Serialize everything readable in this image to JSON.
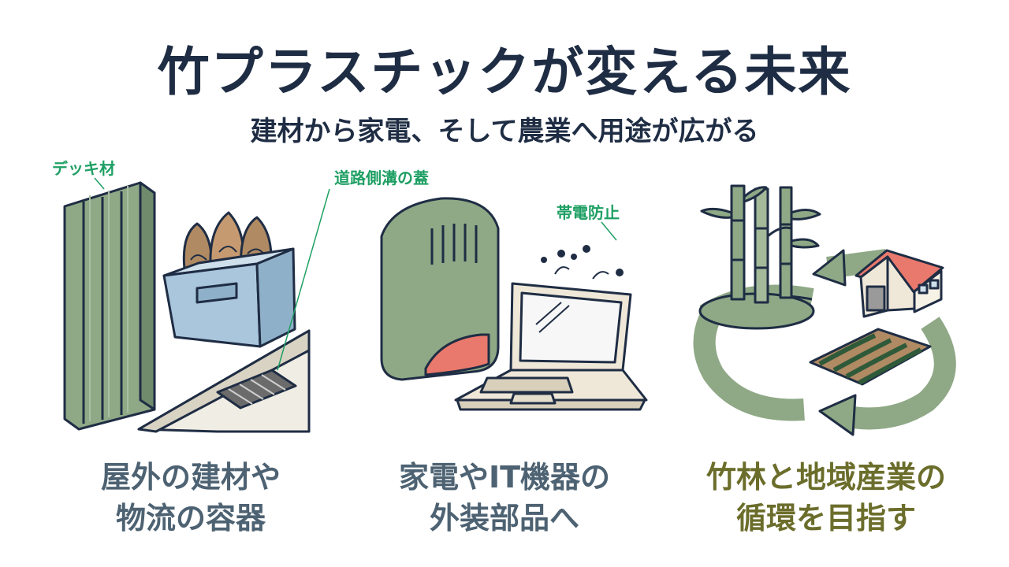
{
  "header": {
    "title": "竹プラスチックが変える未来",
    "subtitle": "建材から家電、そして農業へ用途が広がる"
  },
  "labels": {
    "decking": "デッキ材",
    "gutter_cover": "道路側溝の蓋",
    "antistatic": "帯電防止"
  },
  "panels": [
    {
      "caption_line1": "屋外の建材や",
      "caption_line2": "物流の容器",
      "icons": [
        "decking-board",
        "bamboo-shoot-crate",
        "gutter-cover"
      ]
    },
    {
      "caption_line1": "家電やIT機器の",
      "caption_line2": "外装部品へ",
      "icons": [
        "appliance-housing",
        "laptop"
      ]
    },
    {
      "caption_line1": "竹林と地域産業の",
      "caption_line2": "循環を目指す",
      "icons": [
        "bamboo-grove",
        "house",
        "farm-field",
        "cycle-arrows"
      ]
    }
  ],
  "colors": {
    "title_text": "#1f2d44",
    "label_green": "#1f9f64",
    "caption_slate": "#4d6272",
    "caption_olive": "#6b6d2b",
    "bamboo_green": "#8fa886",
    "crate_blue": "#a9c6dc",
    "accent_coral": "#e9796c"
  }
}
